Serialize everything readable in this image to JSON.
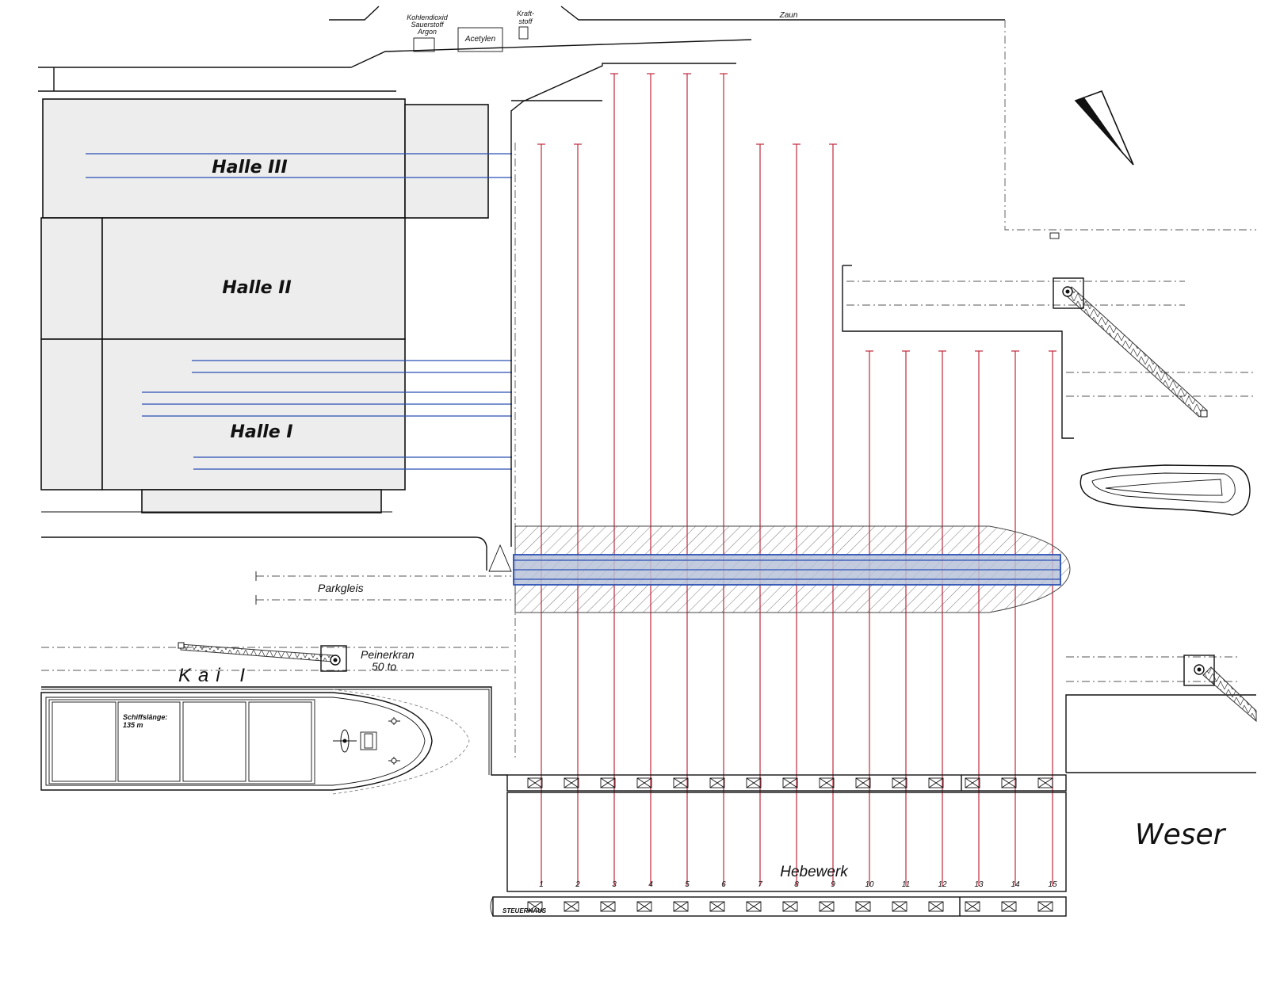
{
  "labels": {
    "gases": [
      "Kohlendioxid",
      "Sauerstoff",
      "Argon"
    ],
    "acetylen": "Acetylen",
    "kraftstoff": [
      "Kraft-",
      "stoff"
    ],
    "zaun": "Zaun",
    "halle3": "Halle III",
    "halle2": "Halle II",
    "halle1": "Halle I",
    "parkgleis": "Parkgleis",
    "peinerkran": "Peinerkran",
    "peinerkran_capacity": "50 to",
    "kai": "Kai I",
    "schiffslaenge": [
      "Schiffslänge:",
      "135  m"
    ],
    "hebewerk": "Hebewerk",
    "steuerhaus": "STEUERHAUS",
    "weser": "Weser"
  },
  "lifts": {
    "numbers": [
      "1",
      "2",
      "3",
      "4",
      "5",
      "6",
      "7",
      "8",
      "9",
      "10",
      "11",
      "12",
      "13",
      "14",
      "15"
    ]
  },
  "colors": {
    "track_red": "#c0283d",
    "track_blue": "#2a4fb5",
    "hall_fill": "#ededed"
  }
}
